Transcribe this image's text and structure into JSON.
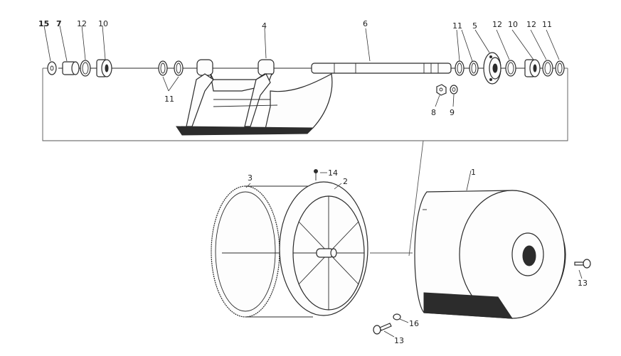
{
  "diagram": {
    "callouts": {
      "p15": "15",
      "p7": "7",
      "p12a": "12",
      "p10a": "10",
      "p4": "4",
      "p6": "6",
      "p11b": "11",
      "p5": "5",
      "p12b": "12",
      "p10b": "10",
      "p12c": "12",
      "p11c": "11",
      "p11a": "11",
      "p8": "8",
      "p9": "9",
      "p14": "14",
      "p3": "3",
      "p2": "2",
      "p1": "1",
      "p13a": "13",
      "p16": "16",
      "p13b": "13"
    }
  }
}
